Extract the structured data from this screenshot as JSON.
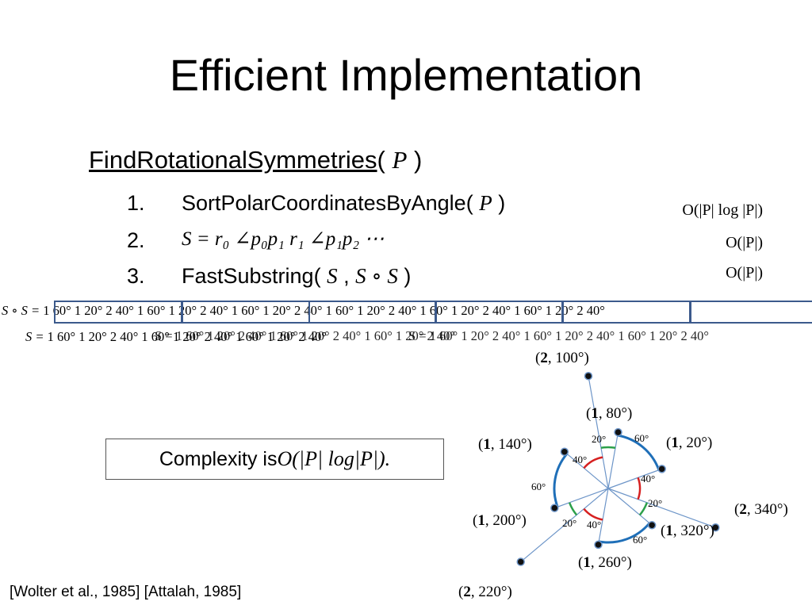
{
  "title": "Efficient Implementation",
  "function": {
    "name": "FindRotationalSymmetries",
    "open": "(",
    "arg": "P",
    "close": ")"
  },
  "steps": [
    {
      "num": "1.",
      "text": "SortPolarCoordinatesByAngle(",
      "arg": "P",
      "close": ")",
      "complexity": "O(|P| log |P|)"
    },
    {
      "num": "2.",
      "text": "S = r₀ ∠p₀p₁ r₁ ∠p₁p₂ ⋯",
      "complexity": "O(|P|)"
    },
    {
      "num": "3.",
      "text": "FastSubstring(",
      "arg1": "S",
      "comma": ",",
      "arg2": "S ∘ S",
      "close": ")",
      "complexity": "O(|P|)"
    }
  ],
  "sequences": {
    "ss_label": "S ∘ S =",
    "s_label": "S =",
    "ss_text": "1 60° 1 20° 2 40° 1 60° 1 20° 2 40° 1 60° 1 20° 2 40° 1 60° 1 20° 2 40° 1 60° 1 20° 2 40° 1 60° 1 20° 2 40°",
    "s_text": "1 60° 1 20° 2 40° 1 60° 1 20° 2 40° 1 60° 1 20° 2 40°",
    "overlap_text": "S = 1 60° 1 20° 2 40° 1 60° 1 20° 2 40° 1 60° 1 20° 2 40°",
    "group": "1 60° 1 20° 2 40°"
  },
  "complexity_box": {
    "prefix": "Complexity is ",
    "formula": "O(|P| log|P|)."
  },
  "citation": "[Wolter et al., 1985] [Attalah, 1985]",
  "diagram": {
    "points": [
      {
        "label_r": "2",
        "label_a": "100°",
        "r": 2,
        "angle": 100
      },
      {
        "label_r": "1",
        "label_a": "80°",
        "r": 1,
        "angle": 80
      },
      {
        "label_r": "1",
        "label_a": "20°",
        "r": 1,
        "angle": 20
      },
      {
        "label_r": "1",
        "label_a": "140°",
        "r": 1,
        "angle": 140
      },
      {
        "label_r": "2",
        "label_a": "340°",
        "r": 2,
        "angle": 340
      },
      {
        "label_r": "1",
        "label_a": "200°",
        "r": 1,
        "angle": 200
      },
      {
        "label_r": "1",
        "label_a": "320°",
        "r": 1,
        "angle": 320
      },
      {
        "label_r": "1",
        "label_a": "260°",
        "r": 1,
        "angle": 260
      },
      {
        "label_r": "2",
        "label_a": "220°",
        "r": 2,
        "angle": 220
      }
    ],
    "arc_labels": [
      "20°",
      "60°",
      "40°",
      "40°",
      "60°",
      "20°",
      "20°",
      "40°",
      "60°"
    ],
    "colors": {
      "blue": "#1f6fb8",
      "green": "#2ca04a",
      "red": "#d62020",
      "ray": "#6d95c8",
      "box": "#3c5a8c"
    }
  }
}
